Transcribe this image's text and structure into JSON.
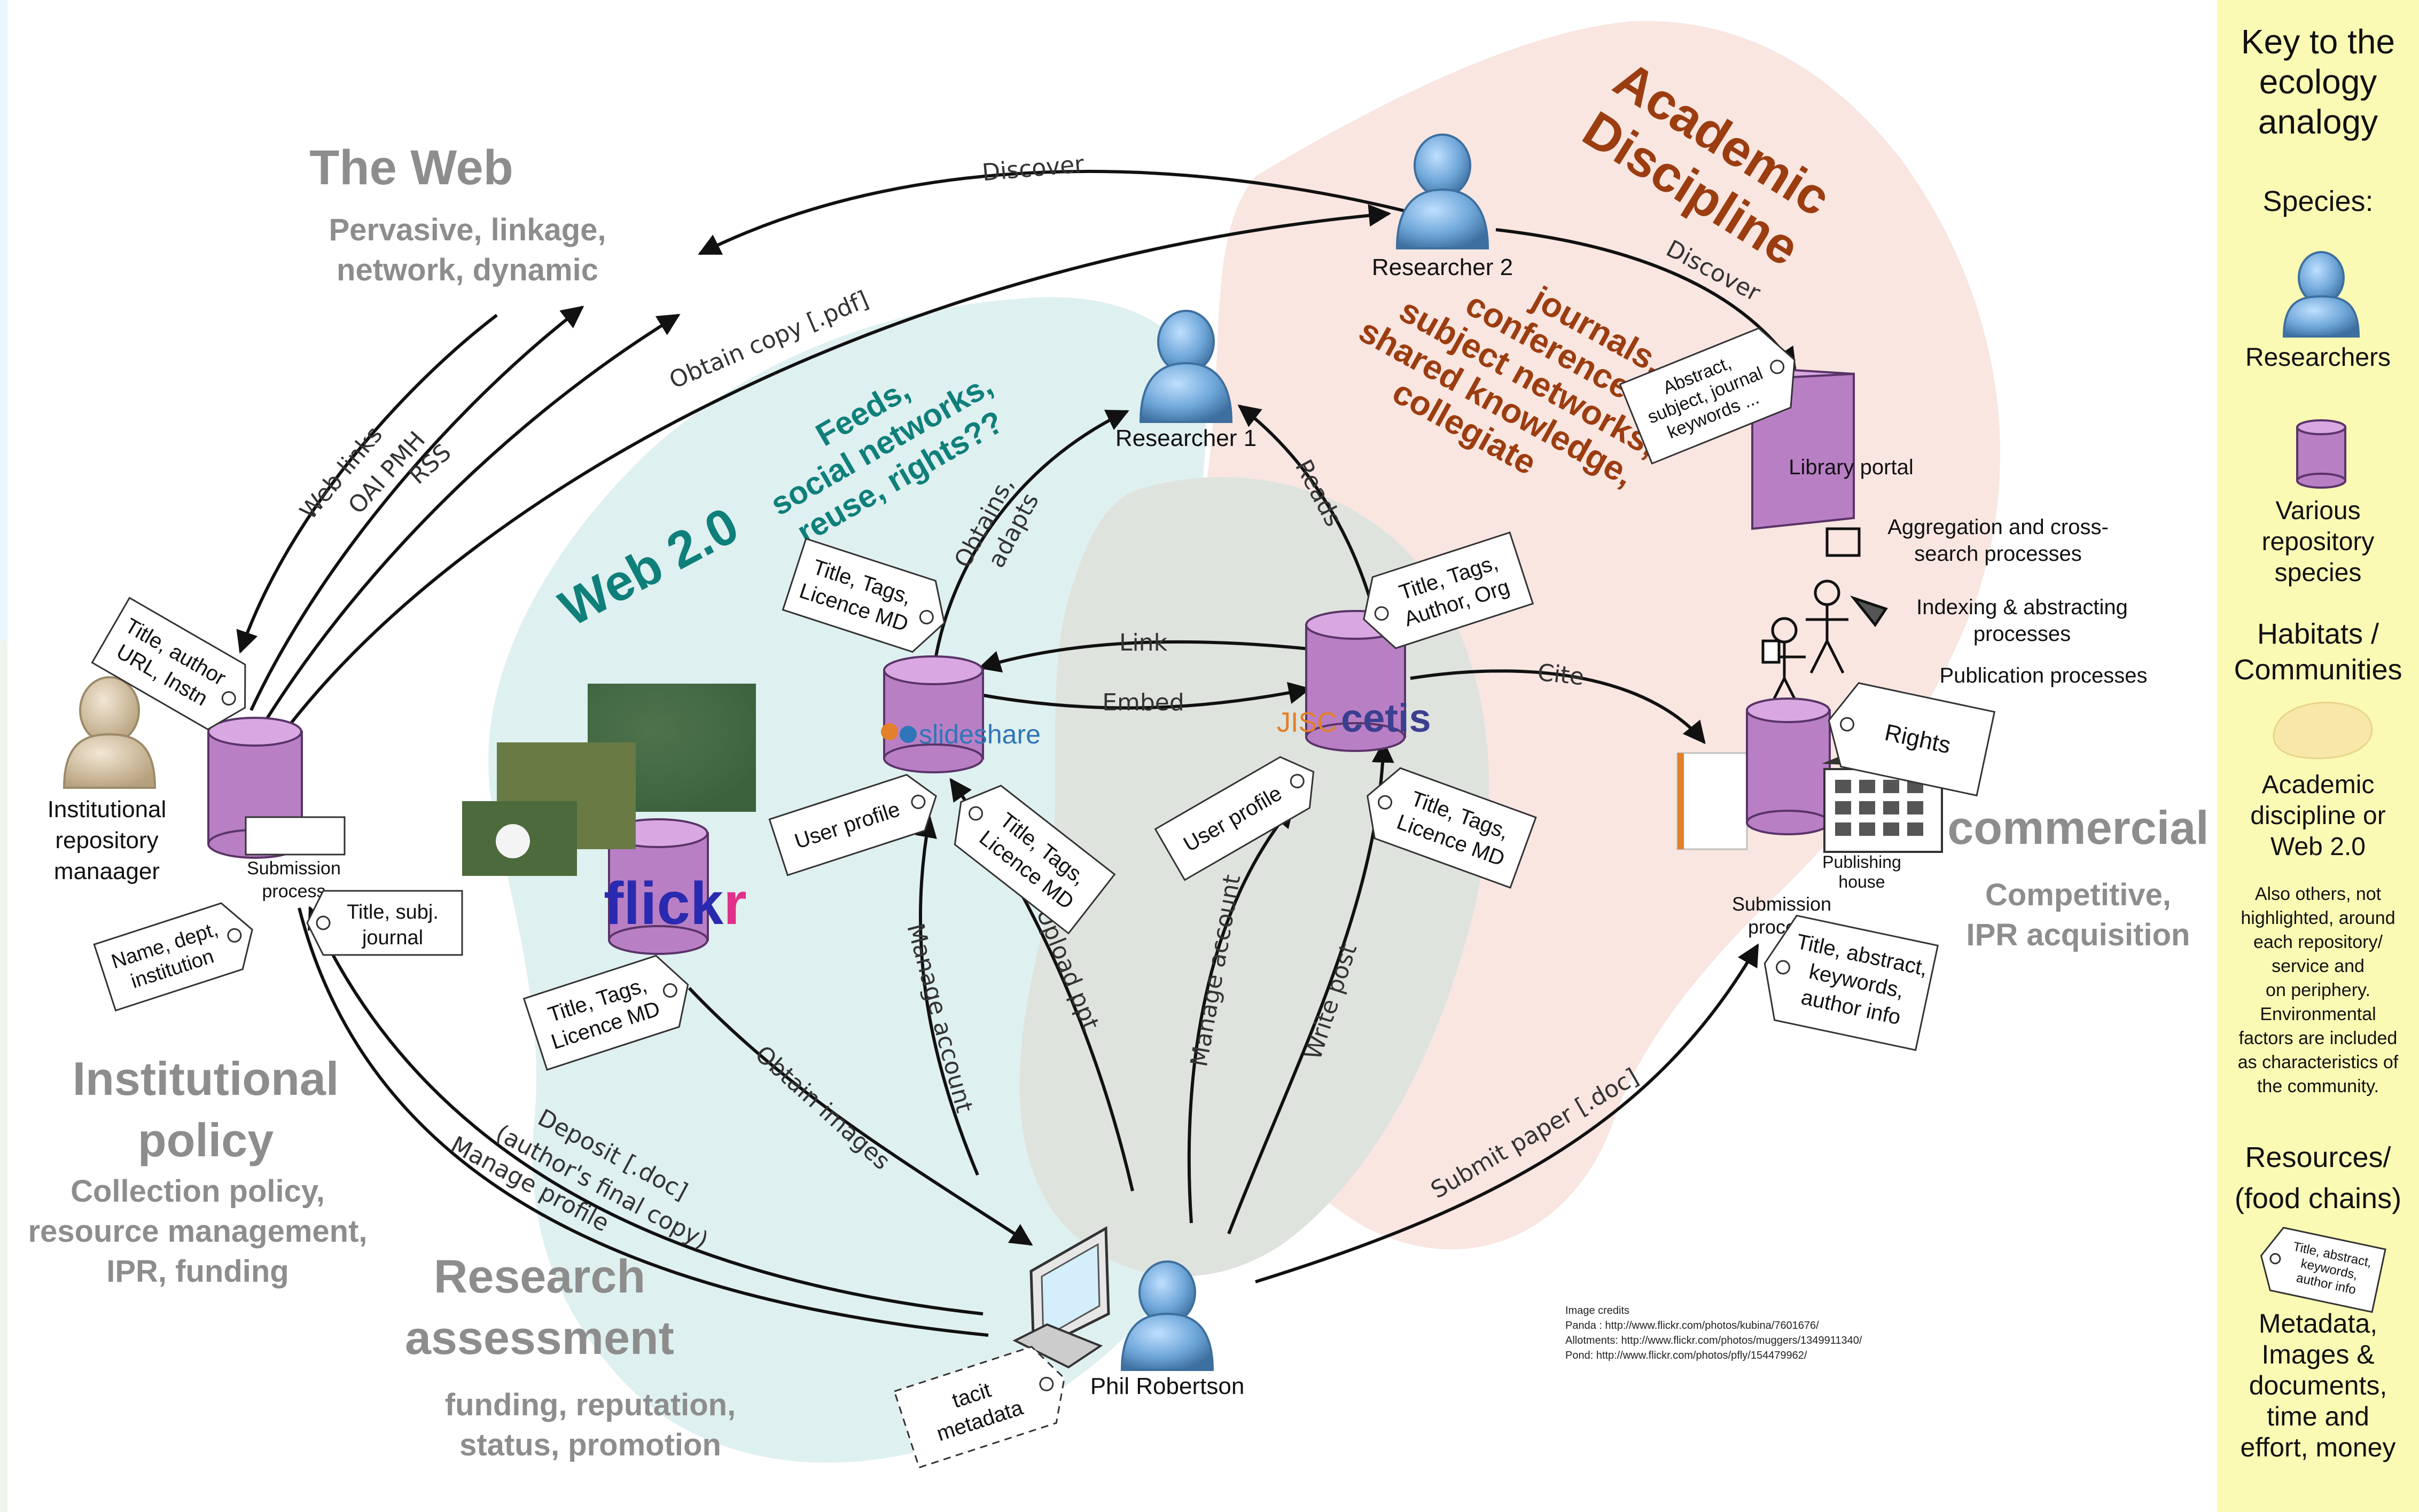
{
  "regions": {
    "web": {
      "title": "The Web",
      "subtitle_line1": "Pervasive, linkage,",
      "subtitle_line2": "network, dynamic"
    },
    "academic": {
      "title_line1": "Academic",
      "title_line2": "Discipline",
      "lines": [
        "journals,",
        "conferences,",
        "subject networks,",
        "shared knowledge,",
        "collegiate"
      ]
    },
    "web20": {
      "title": "Web 2.0",
      "lines": [
        "Feeds,",
        "social networks,",
        "reuse, rights??"
      ]
    },
    "commercial": {
      "title": "commercial",
      "line1": "Competitive,",
      "line2": "IPR acquisition"
    },
    "institutional": {
      "title_line1": "Institutional",
      "title_line2": "policy",
      "lines": [
        "Collection policy,",
        "resource management,",
        "IPR, funding"
      ]
    },
    "research": {
      "title_line1": "Research",
      "title_line2": "assessment",
      "line1": "funding, reputation,",
      "line2": "status, promotion"
    }
  },
  "actors": {
    "researcher2": "Researcher 2",
    "researcher1": "Researcher 1",
    "phil": "Phil Robertson",
    "manager_line1": "Institutional",
    "manager_line2": "repository",
    "manager_line3": "manaager"
  },
  "repositories": {
    "library_portal": "Library portal",
    "slideshare": "slideshare",
    "cetis_prefix": "JISC",
    "cetis": "cetis",
    "flickr_a": "flick",
    "flickr_b": "r",
    "submission_line1": "Submission",
    "submission_line2": "process",
    "publisher_submission_line1": "Submission",
    "publisher_submission_line2": "process",
    "publishing_line1": "Publishing",
    "publishing_line2": "house"
  },
  "processes": {
    "aggregation_line1": "Aggregation and cross-",
    "aggregation_line2": "search processes",
    "indexing_line1": "Indexing & abstracting",
    "indexing_line2": "processes",
    "publication": "Publication processes"
  },
  "arrows": {
    "discover_top": "Discover",
    "discover_right": "Discover",
    "obtain_copy": "Obtain copy [.pdf]",
    "web_links": "Web links",
    "oai": "OAI PMH",
    "rss": "RSS",
    "obtains_adapts_1": "Obtains,",
    "obtains_adapts_2": "adapts",
    "reads": "Reads",
    "link": "Link",
    "embed": "Embed",
    "cite": "Cite",
    "manage_account_left": "Manage account",
    "upload_ppt": "Upload ppt",
    "manage_account_right": "Manage account",
    "write_post": "Write post",
    "obtain_images": "Obtain images",
    "deposit_1": "Deposit [.doc]",
    "deposit_2": "(author's final copy)",
    "manage_profile": "Manage profile",
    "submit_paper": "Submit paper [.doc]"
  },
  "tags": {
    "title_author": [
      "Title, author",
      "URL, Instn"
    ],
    "name_dept": [
      "Name, dept,",
      "institution"
    ],
    "title_subj": [
      "Title, subj.",
      "journal"
    ],
    "slideshare_md": [
      "Title, Tags,",
      "Licence MD"
    ],
    "user_profile_left": [
      "User profile"
    ],
    "slideshare_md2": [
      "Title, Tags,",
      "Licence MD"
    ],
    "cetis_md": [
      "Title, Tags,",
      "Author, Org"
    ],
    "user_profile_right": [
      "User profile"
    ],
    "cetis_md2": [
      "Title, Tags,",
      "Licence MD"
    ],
    "flickr_md": [
      "Title, Tags,",
      "Licence MD"
    ],
    "abstract": [
      "Abstract,",
      "subject, journal",
      "keywords ..."
    ],
    "rights": [
      "Rights"
    ],
    "title_abstract": [
      "Title, abstract,",
      "keywords,",
      "author info"
    ],
    "tacit": [
      "tacit",
      "metadata"
    ]
  },
  "credits": {
    "heading": "Image credits",
    "panda": "Panda : http://www.flickr.com/photos/kubina/7601676/",
    "allotments": "Allotments: http://www.flickr.com/photos/muggers/1349911340/",
    "pond": "Pond: http://www.flickr.com/photos/pfly/154479962/"
  },
  "key": {
    "title_line1": "Key to the",
    "title_line2": "ecology",
    "title_line3": "analogy",
    "species": "Species:",
    "researchers": "Researchers",
    "repo_line1": "Various",
    "repo_line2": "repository",
    "repo_line3": "species",
    "habitats_line1": "Habitats /",
    "habitats_line2": "Communities",
    "habitat_desc_1": "Academic",
    "habitat_desc_2": "discipline or",
    "habitat_desc_3": "Web 2.0",
    "note_lines": [
      "Also others, not",
      "highlighted, around",
      "each repository/",
      "service and",
      "on periphery.",
      "Environmental",
      "factors are included",
      "as characteristics of",
      "the community."
    ],
    "resources_line1": "Resources/",
    "resources_line2": "(food chains)",
    "tag_sample": [
      "Title, abstract,",
      "keywords,",
      "author info"
    ],
    "metadata_lines": [
      "Metadata,",
      "Images &",
      "documents,",
      "time and",
      "effort, money"
    ]
  },
  "colors": {
    "teal_blob": "#dff0f0",
    "pink_blob": "#f9e6e1",
    "grey_blob": "#dfe3de",
    "repo_purple": "#b97fc5",
    "person_blue": "#6ea6d8",
    "teal_text": "#0f7f7a",
    "brown_text": "#9b3d10",
    "grey_text": "#8d8d8d",
    "key_bg": "#fbfab4"
  }
}
